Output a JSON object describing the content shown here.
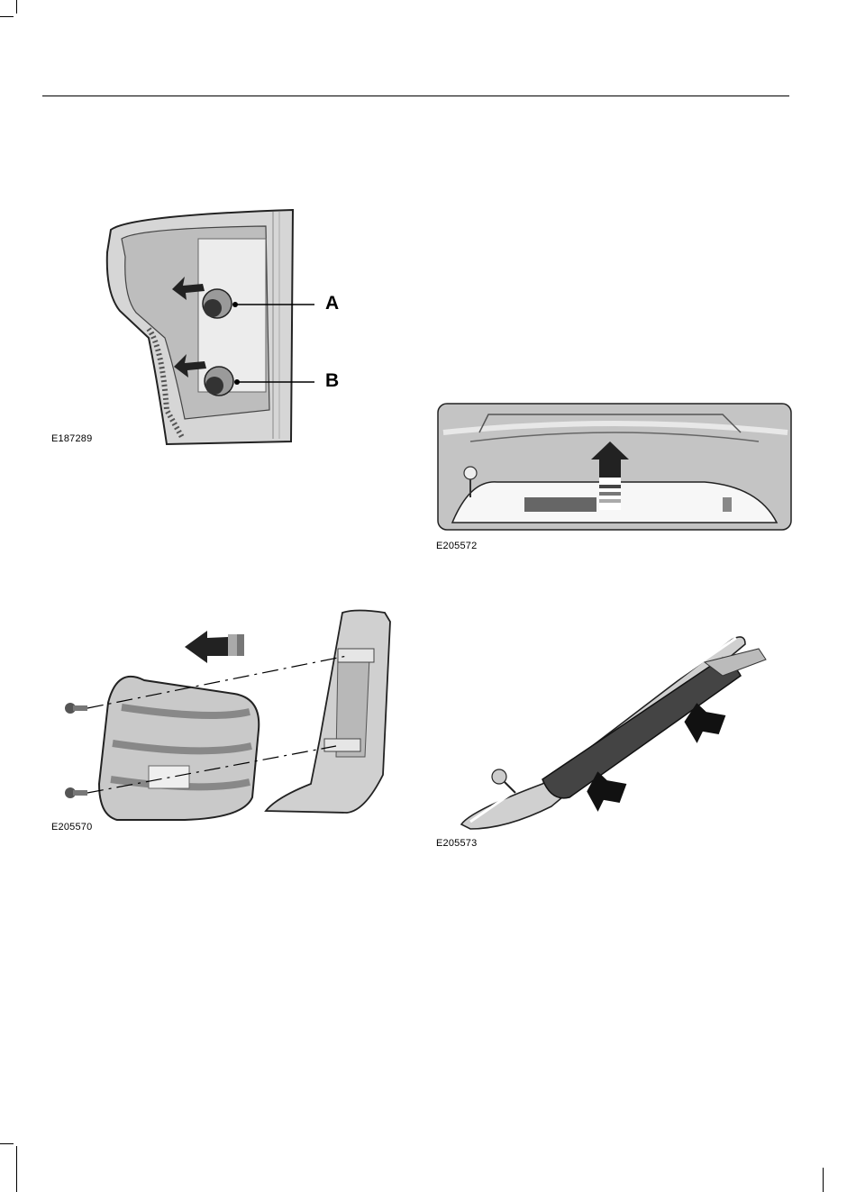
{
  "figures": [
    {
      "code": "E187289",
      "callouts": [
        "A",
        "B"
      ]
    },
    {
      "code": "E205570"
    },
    {
      "code": "E205572"
    },
    {
      "code": "E205573"
    }
  ]
}
